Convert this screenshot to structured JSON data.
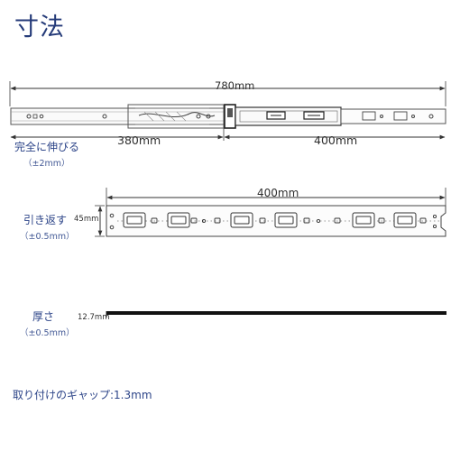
{
  "title": "寸法",
  "top_section": {
    "overall_length": "780mm",
    "closed_segment": "380mm",
    "extension_segment": "400mm",
    "extension_label": "完全に伸びる",
    "extension_tolerance": "（±2mm）"
  },
  "middle_section": {
    "label": "引き返す",
    "tolerance": "（±0.5mm）",
    "length": "400mm",
    "height": "45mm"
  },
  "thickness_section": {
    "label": "厚さ",
    "tolerance": "（±0.5mm）",
    "value": "12.7mm"
  },
  "mounting_gap": "取り付けのギャップ:1.3mm",
  "colors": {
    "label_blue": "#2c4488",
    "line": "#444444",
    "rail_black": "#111111"
  }
}
